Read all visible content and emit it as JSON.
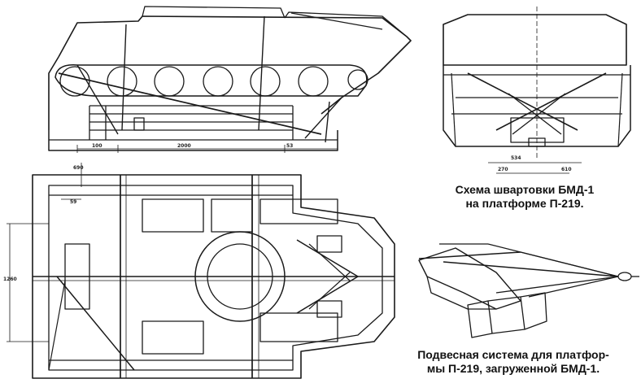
{
  "captions": {
    "lashing_scheme": {
      "line1": "Схема швартовки БМД-1",
      "line2": "на платформе П-219."
    },
    "suspension": {
      "line1": "Подвесная система для платфор-",
      "line2": "мы П-219, загруженной БМД-1."
    }
  },
  "dimensions": {
    "side_view": {
      "d1": "100",
      "d2": "2000",
      "d3": "53"
    },
    "front_view": {
      "d1": "534",
      "d2": "270",
      "d3": "610"
    },
    "plan_view": {
      "d1": "690",
      "d2": "59",
      "d3": "1260"
    }
  },
  "colors": {
    "ink": "#1a1a1a",
    "paper": "#ffffff"
  }
}
